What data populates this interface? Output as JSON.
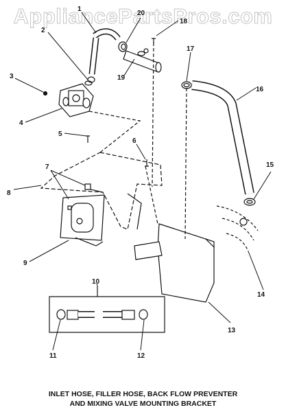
{
  "watermark": "AppliancePartsPros.com",
  "caption": {
    "line1": "INLET HOSE, FILLER HOSE, BACK FLOW PREVENTER",
    "line2": "AND MIXING VALVE MOUNTING BRACKET"
  },
  "callouts": {
    "c1": "1",
    "c2": "2",
    "c3": "3",
    "c4": "4",
    "c5": "5",
    "c6": "6",
    "c7": "7",
    "c8": "8",
    "c9": "9",
    "c10": "10",
    "c11": "11",
    "c12": "12",
    "c13": "13",
    "c14": "14",
    "c15": "15",
    "c16": "16",
    "c17": "17",
    "c18": "18",
    "c19": "19",
    "c20": "20"
  }
}
